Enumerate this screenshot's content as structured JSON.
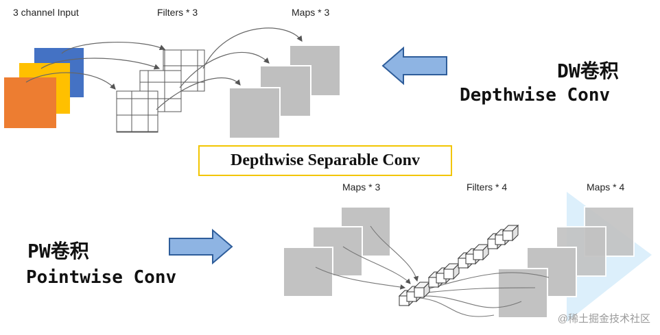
{
  "top": {
    "input_label": "3 channel Input",
    "filters_label": "Filters * 3",
    "maps_label": "Maps * 3",
    "dw_title": "DW卷积",
    "dw_subtitle": "Depthwise Conv"
  },
  "center": {
    "title": "Depthwise Separable Conv"
  },
  "bottom": {
    "maps_label": "Maps * 3",
    "filters_label": "Filters * 4",
    "maps_out_label": "Maps * 4",
    "pw_title": "PW卷积",
    "pw_subtitle": "Pointwise Conv"
  },
  "watermark": "@稀土掘金技术社区",
  "colors": {
    "channel_blue": "#4472c4",
    "channel_yellow": "#ffc000",
    "channel_orange": "#ed7d31",
    "map_gray": "#bfbfbf",
    "arrow_fill": "#8eb4e3",
    "arrow_stroke": "#2e5d9a",
    "box_border": "#f2c500"
  }
}
